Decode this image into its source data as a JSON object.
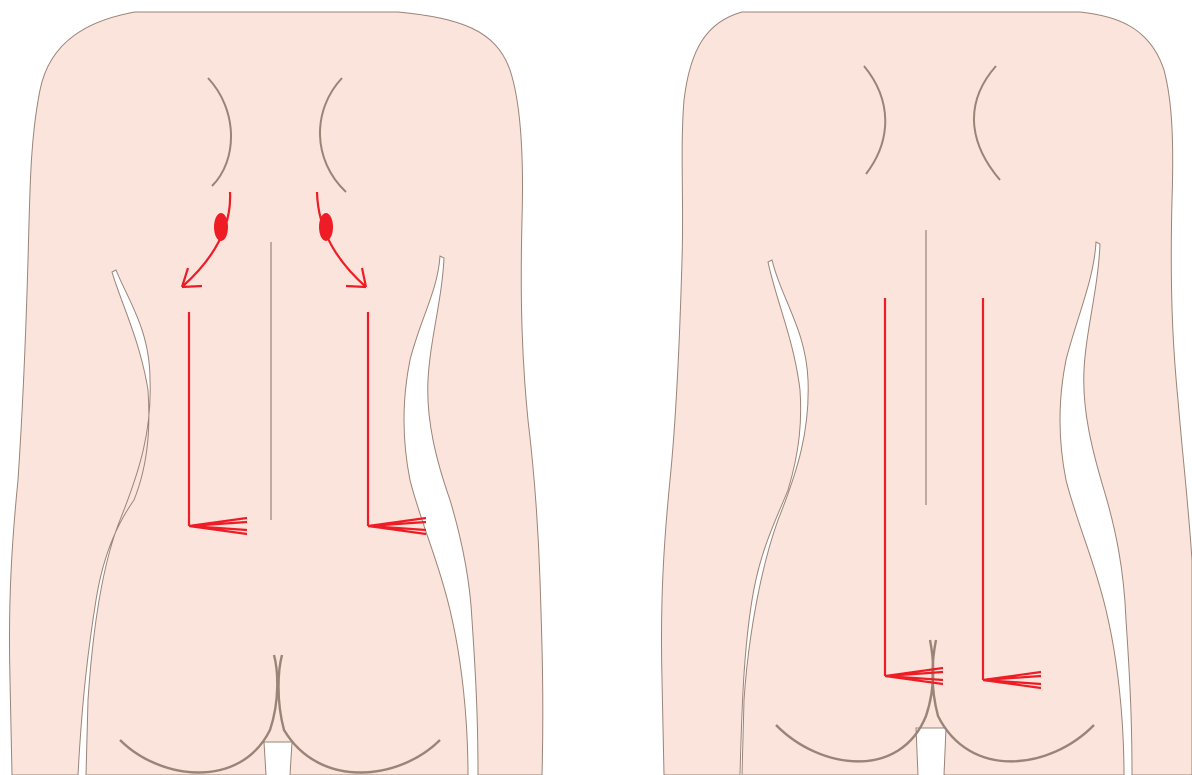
{
  "colors": {
    "skin": "#fbe4dc",
    "outline": "#9a8478",
    "anatomy_line": "#9a8478",
    "arrow": "#ee1c25",
    "background": "#ffffff"
  },
  "figures": [
    {
      "id": "left-back",
      "description_key": "back-view-with-shoulder-blade-points-and-outward-curved-arrows",
      "marks": [
        "shoulder-blade-dot-left",
        "shoulder-blade-dot-right",
        "curved-arrow-left",
        "curved-arrow-right",
        "straight-arrow-left",
        "straight-arrow-right"
      ]
    },
    {
      "id": "right-back",
      "description_key": "back-view-with-long-downward-arrows",
      "marks": [
        "long-arrow-left",
        "long-arrow-right"
      ]
    }
  ]
}
